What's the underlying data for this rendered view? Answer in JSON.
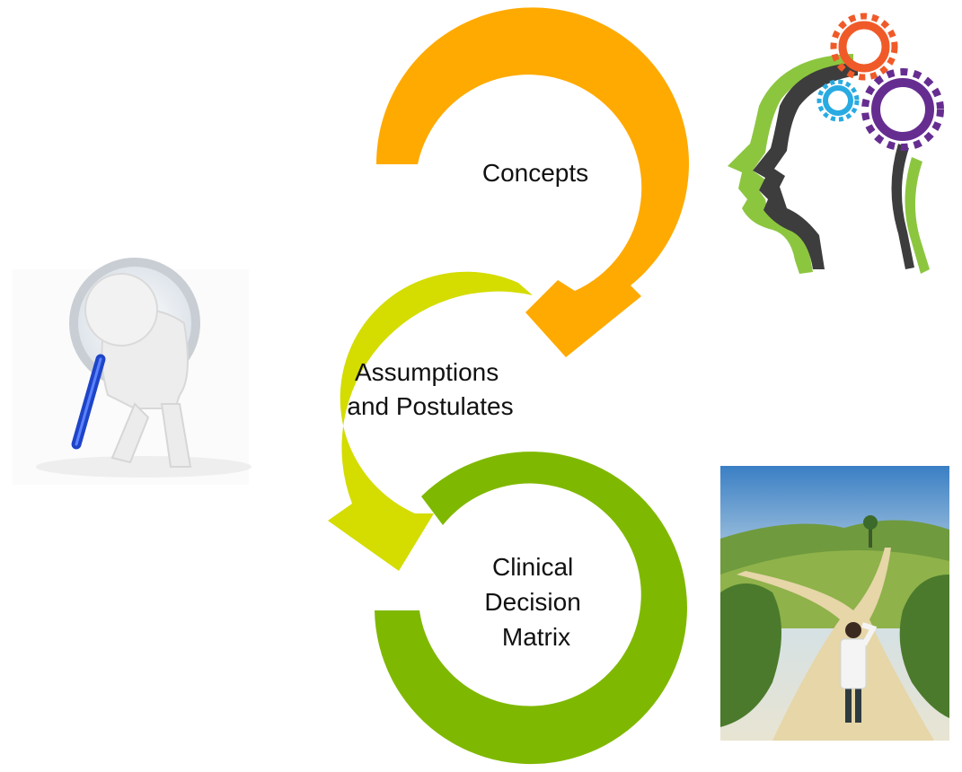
{
  "diagram": {
    "steps": [
      {
        "label_lines": [
          "Concepts"
        ],
        "color": "#FFAA00"
      },
      {
        "label_lines": [
          "Assumptions",
          "and  Postulates"
        ],
        "color": "#D4DC00"
      },
      {
        "label_lines": [
          "Clinical",
          "Decision",
          "Matrix"
        ],
        "color": "#7FB800"
      }
    ],
    "illustrations": [
      {
        "name": "magnifier-figure",
        "description_icon": "person-with-magnifying-glass-icon"
      },
      {
        "name": "head-gears",
        "description_icon": "head-with-gears-icon"
      },
      {
        "name": "crossroads",
        "description_icon": "crossroads-painting-icon"
      }
    ]
  }
}
